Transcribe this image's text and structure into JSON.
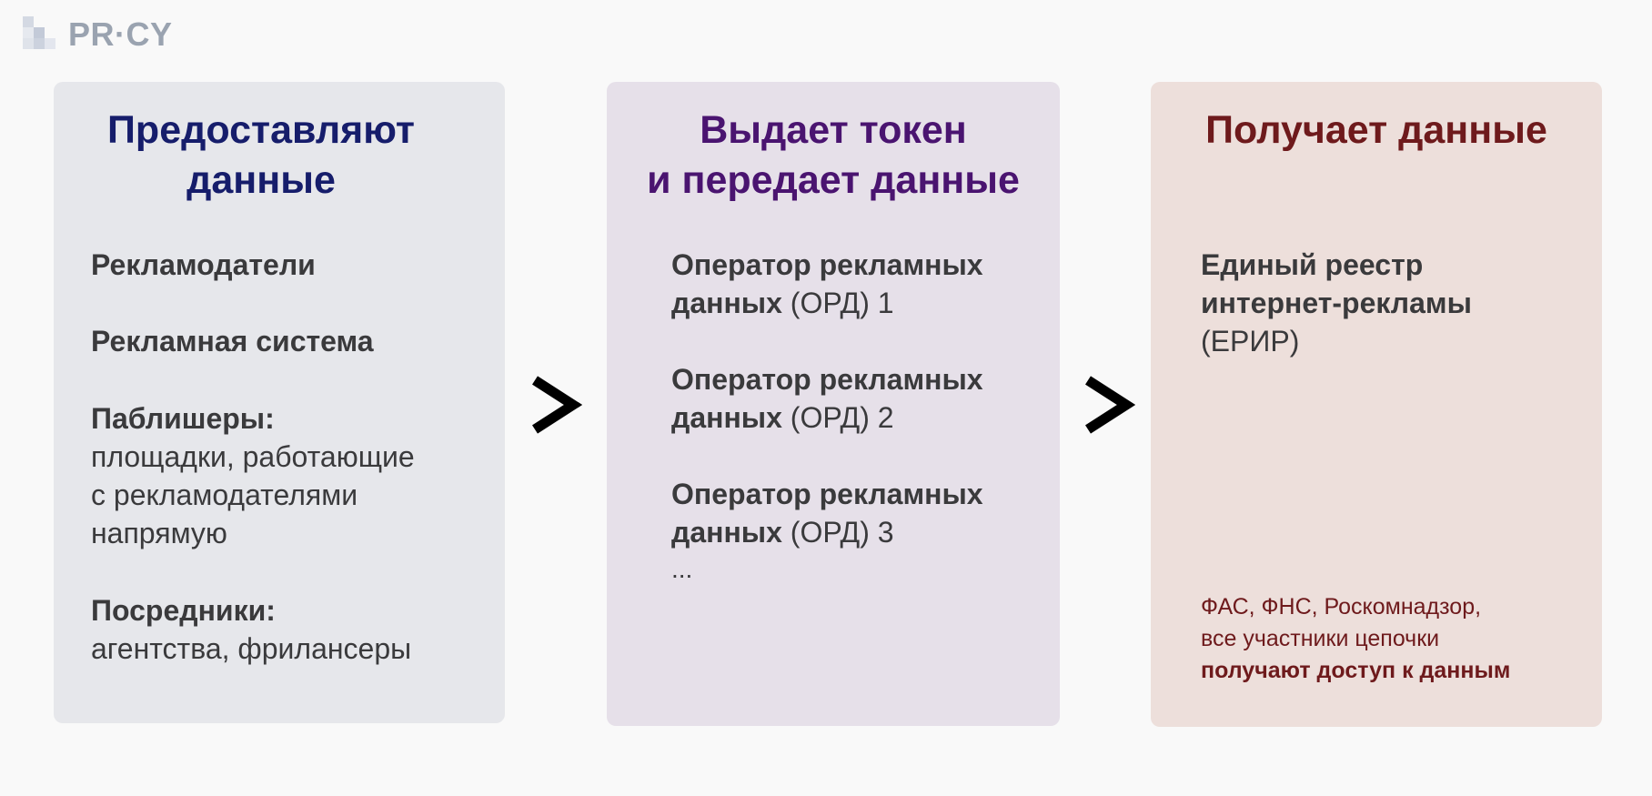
{
  "logo": {
    "text": "PR·CY",
    "icon": "pr-cy-logo-squares-icon"
  },
  "panels": {
    "providers": {
      "title_line1": "Предоставляют",
      "title_line2": "данные",
      "items": [
        {
          "label": "Рекламодатели"
        },
        {
          "label": "Рекламная система"
        },
        {
          "label": "Паблишеры:",
          "desc_line1": "площадки, работающие",
          "desc_line2": "с рекламодателями",
          "desc_line3": "напрямую"
        },
        {
          "label": "Посредники:",
          "desc_line1": "агентства, фрилансеры"
        }
      ]
    },
    "operators": {
      "title_line1": "Выдает токен",
      "title_line2": "и передает данные",
      "items": [
        {
          "line1": "Оператор рекламных",
          "line2_bold": "данных",
          "line2_rest": " (ОРД) 1"
        },
        {
          "line1": "Оператор рекламных",
          "line2_bold": "данных",
          "line2_rest": " (ОРД) 2"
        },
        {
          "line1": "Оператор рекламных",
          "line2_bold": "данных",
          "line2_rest": " (ОРД) 3"
        }
      ],
      "ellipsis": "..."
    },
    "registry": {
      "title": "Получает данные",
      "item_line1": "Единый реестр",
      "item_line2": "интернет-рекламы",
      "item_line3": "(ЕРИР)",
      "footnote_line1": "ФАС, ФНС, Роскомнадзор,",
      "footnote_line2": "все участники цепочки",
      "footnote_bold": "получают доступ к данным"
    }
  },
  "arrows": [
    "chevron-right-icon",
    "chevron-right-icon"
  ],
  "colors": {
    "background": "#f9f9f9",
    "panel1_bg": "#e6e7eb",
    "panel2_bg": "#e6e0e9",
    "panel3_bg": "#eddfdb",
    "panel1_title": "#161d6b",
    "panel2_title": "#4a1470",
    "panel3_title": "#6e1a1c",
    "body_text": "#3a3a3c",
    "logo_text": "#9aa3b0"
  }
}
